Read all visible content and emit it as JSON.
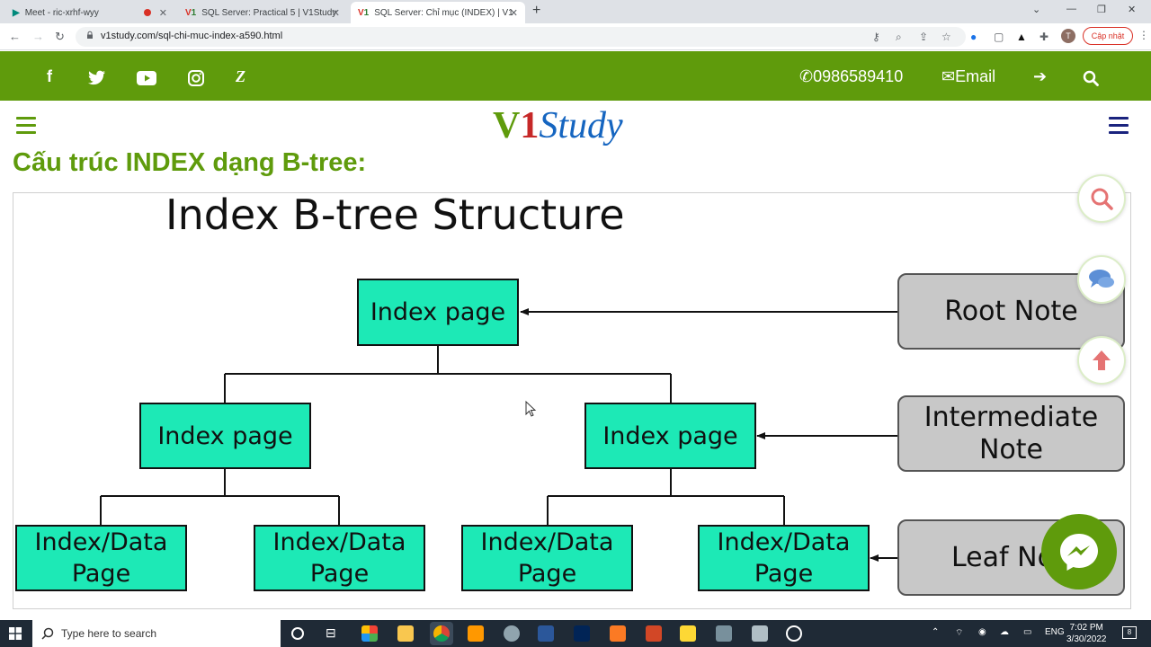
{
  "browser": {
    "tabs": [
      {
        "title": "Meet - ric-xrhf-wyy",
        "icon": "meet-icon",
        "recording": true
      },
      {
        "title": "SQL Server: Practical 5 | V1Study",
        "icon": "v1study-icon"
      },
      {
        "title": "SQL Server: Chỉ mục (INDEX) | V1",
        "icon": "v1study-icon",
        "active": true
      }
    ],
    "url": "v1study.com/sql-chi-muc-index-a590.html",
    "avatar_letter": "T",
    "update_label": "Cập nhật"
  },
  "site": {
    "phone": "0986589410",
    "email_label": "Email",
    "social_icons": [
      "facebook-icon",
      "twitter-icon",
      "youtube-icon",
      "instagram-icon",
      "zalo-icon"
    ],
    "logo": {
      "v": "V",
      "one": "1",
      "study": "Study"
    },
    "section_title": "Cấu trúc INDEX dạng B-tree:",
    "brand_green": "#5f9b0c"
  },
  "slide": {
    "title": "Index B-tree Structure",
    "root": "Index page",
    "intermediate": [
      "Index page",
      "Index page"
    ],
    "leaves": [
      {
        "line1": "Index/Data",
        "line2": "Page"
      },
      {
        "line1": "Index/Data",
        "line2": "Page"
      },
      {
        "line1": "Index/Data",
        "line2": "Page"
      },
      {
        "line1": "Index/Data",
        "line2": "Page"
      }
    ],
    "labels": {
      "root": "Root Note",
      "intermediate_line1": "Intermediate",
      "intermediate_line2": "Note",
      "leaf": "Leaf No"
    },
    "node_color": "#1de9b6",
    "label_color": "#c8c8c8"
  },
  "taskbar": {
    "search_placeholder": "Type here to search",
    "language": "ENG",
    "time": "7:02 PM",
    "date": "3/30/2022",
    "notification_count": "8"
  }
}
